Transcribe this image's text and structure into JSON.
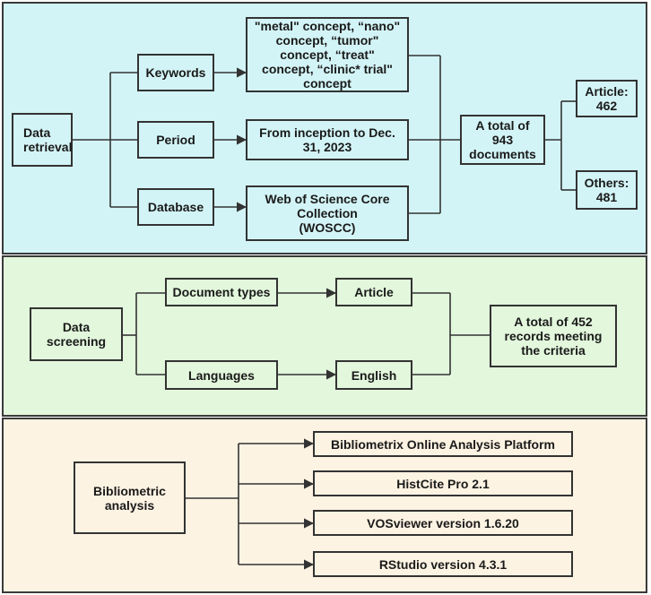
{
  "colors": {
    "panel_retrieval": "#d3f4f6",
    "panel_screening": "#e2f7dc",
    "panel_analysis": "#fdf3e3",
    "line": "#333333"
  },
  "retrieval": {
    "root": "Data\nretrieval",
    "keywords": "Keywords",
    "period": "Period",
    "database": "Database",
    "keywords_detail": "\"metal\" concept, “nano\"\nconcept, “tumor\"\nconcept, “treat\"\nconcept, “clinic* trial\"\nconcept",
    "period_detail": "From inception to Dec.\n31, 2023",
    "database_detail": "Web of Science Core\nCollection\n(WOSCC)",
    "total": "A total of\n943\ndocuments",
    "article": "Article:\n462",
    "others": "Others:\n481"
  },
  "screening": {
    "root": "Data\nscreening",
    "doc_types": "Document types",
    "languages": "Languages",
    "article": "Article",
    "english": "English",
    "total": "A total of 452\nrecords meeting\nthe criteria"
  },
  "analysis": {
    "root": "Bibliometric\nanalysis",
    "tools": [
      "Bibliometrix Online Analysis Platform",
      "HistCite Pro 2.1",
      "VOSviewer version 1.6.20",
      "RStudio version 4.3.1"
    ]
  }
}
